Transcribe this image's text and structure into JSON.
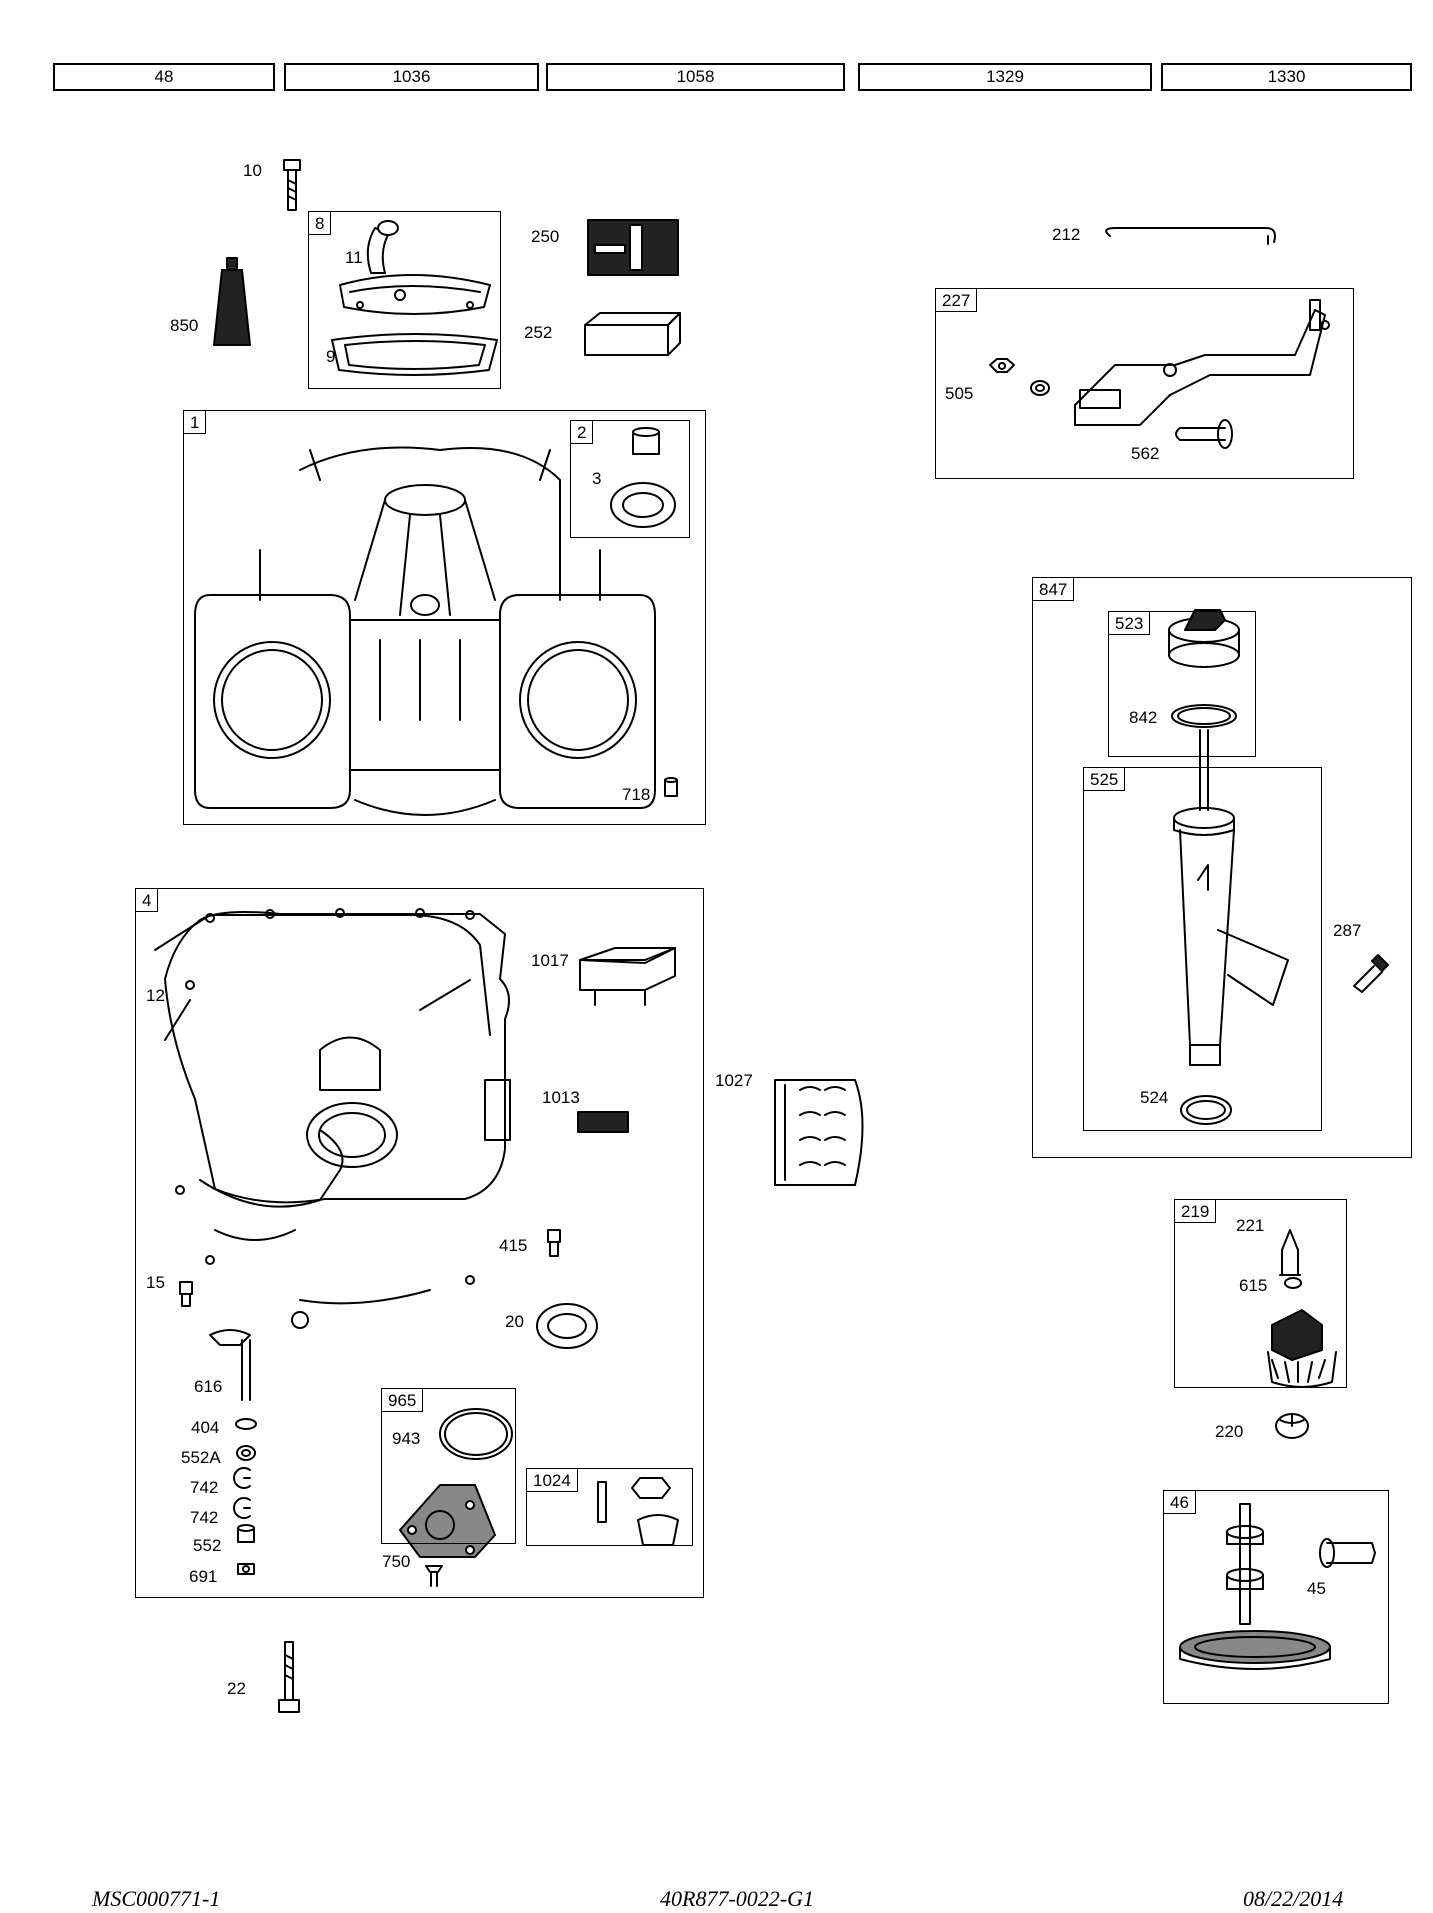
{
  "header_refs": [
    "48",
    "1036",
    "1058",
    "1329",
    "1330"
  ],
  "boxes": {
    "b8": "8",
    "b1": "1",
    "b2": "2",
    "b4": "4",
    "b965": "965",
    "b1024": "1024",
    "b227": "227",
    "b847": "847",
    "b523": "523",
    "b525": "525",
    "b219": "219",
    "b46": "46"
  },
  "labels": {
    "p10": "10",
    "p11": "11",
    "p9": "9",
    "p850": "850",
    "p250": "250",
    "p252": "252",
    "p3": "3",
    "p718": "718",
    "p212": "212",
    "p505": "505",
    "p562": "562",
    "p842": "842",
    "p287": "287",
    "p524": "524",
    "p12": "12",
    "p1017": "1017",
    "p1013": "1013",
    "p1027": "1027",
    "p415": "415",
    "p15": "15",
    "p20": "20",
    "p616": "616",
    "p404": "404",
    "p552A": "552A",
    "p742a": "742",
    "p742b": "742",
    "p552": "552",
    "p691": "691",
    "p943": "943",
    "p750": "750",
    "p22": "22",
    "p221": "221",
    "p615": "615",
    "p220": "220",
    "p45": "45"
  },
  "footer": {
    "left": "MSC000771-1",
    "center": "40R877-0022-G1",
    "right": "08/22/2014"
  }
}
